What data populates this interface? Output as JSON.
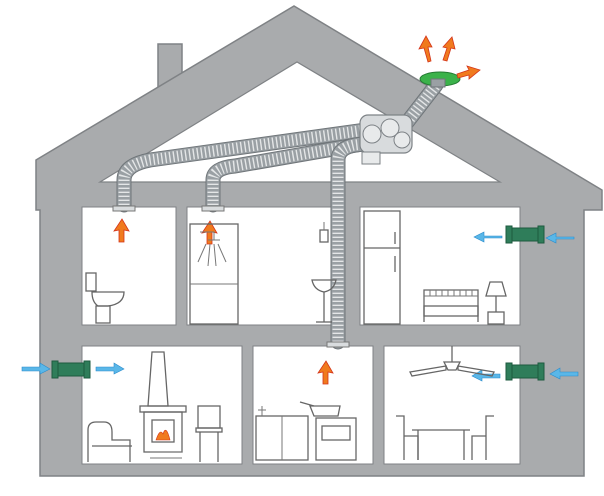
{
  "colors": {
    "house_wall": "#a9abad",
    "house_outline": "#7f8285",
    "room_fill": "#ffffff",
    "duct": "#9aa0a4",
    "exhaust_cap": "#3bb24a",
    "wall_vent": "#2f7d5a",
    "warm_air_arrow": "#f07a1e",
    "fresh_air_arrow": "#5ab7e8"
  },
  "elements": {
    "house": "house-outline",
    "roof_exhaust": "roof-exhaust-cap",
    "central_fan": "central-extract-fan",
    "wall_inlets": [
      "wall-vent-upper-right",
      "wall-vent-lower-left",
      "wall-vent-lower-right"
    ],
    "rooms": [
      "wc",
      "bathroom",
      "kitchen-upper",
      "bedroom",
      "living-room",
      "kitchen",
      "dining-room"
    ],
    "icons": [
      "toilet-icon",
      "shower-icon",
      "sink-icon",
      "fridge-icon",
      "bed-icon",
      "lamp-icon",
      "fireplace-icon",
      "armchair-icon",
      "tv-icon",
      "stove-icon",
      "ceiling-fan-icon",
      "table-icon",
      "chair-icon"
    ]
  }
}
